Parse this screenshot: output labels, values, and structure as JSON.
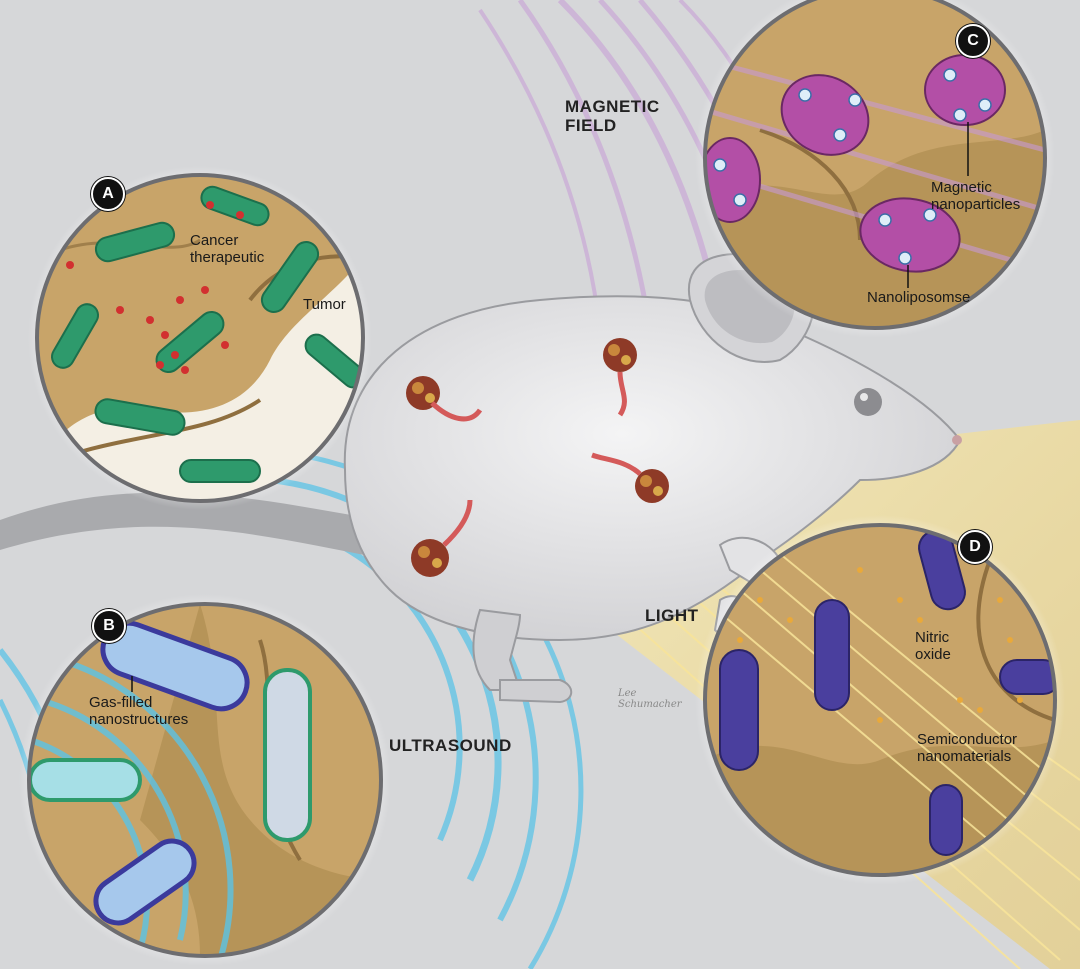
{
  "fields": {
    "magnetic": [
      "MAGNETIC",
      "FIELD"
    ],
    "light": "LIGHT",
    "ultrasound": "ULTRASOUND"
  },
  "panels": {
    "A": {
      "badge": "A",
      "labels": {
        "therapeutic": [
          "Cancer",
          "therapeutic"
        ],
        "tumor": "Tumor"
      }
    },
    "B": {
      "badge": "B",
      "labels": {
        "gas": [
          "Gas-filled",
          "nanostructures"
        ]
      }
    },
    "C": {
      "badge": "C",
      "labels": {
        "magnetic": [
          "Magnetic",
          "nanoparticles"
        ],
        "liposome": "Nanoliposomse"
      }
    },
    "D": {
      "badge": "D",
      "labels": {
        "nitric": [
          "Nitric",
          "oxide"
        ],
        "semi": [
          "Semiconductor",
          "nanomaterials"
        ]
      }
    }
  },
  "signature": [
    "Lee",
    "Schumacher"
  ],
  "colors": {
    "background": "#d6d7d9",
    "tumor": "#c8a469",
    "bacteria_green": "#2e9a6c",
    "bacteria_blue": "#4a3f9e",
    "bacteria_magenta": "#b34fa6",
    "ultrasound": "#5bc3e6",
    "light": "#f6d66b",
    "magnetic": "#c79ad6",
    "mouse": "#ebebec"
  }
}
